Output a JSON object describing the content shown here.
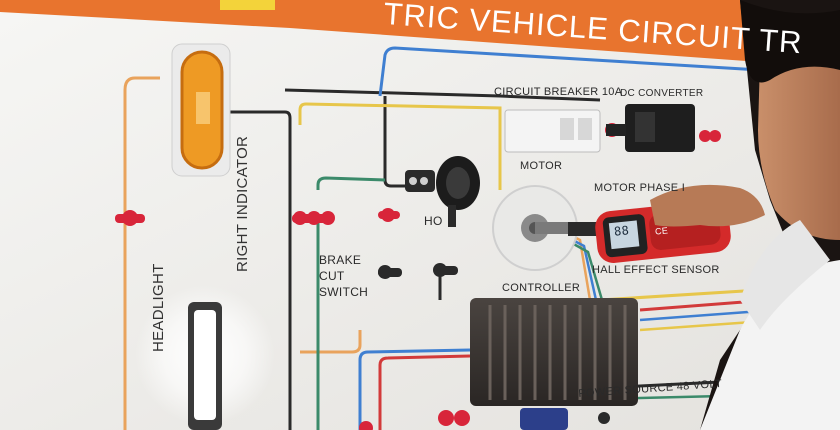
{
  "board": {
    "title": "TRIC VEHICLE CIRCUIT TR",
    "labels": {
      "right_indicator": "RIGHT INDICATOR",
      "headlight": "HEADLIGHT",
      "circuit_breaker": "CIRCUIT BREAKER 10A",
      "dc_converter": "DC CONVERTER",
      "motor": "MOTOR",
      "motor_phase": "MOTOR PHASE I",
      "horn": "HO",
      "brake_line1": "BRAKE",
      "brake_line2": "CUT",
      "brake_line3": "SWITCH",
      "hall_effect": "HALL EFFECT SENSOR",
      "controller": "CONTROLLER",
      "power_source": "POWER SOURCE 48 VOLT"
    }
  },
  "meter": {
    "brand": "CE",
    "display": "88"
  },
  "colors": {
    "board": "#f1f0ee",
    "banner": "#e8742e",
    "wire_orange": "#e9a35c",
    "wire_blue": "#3f7fd1",
    "wire_black": "#2a2a2a",
    "wire_yellow": "#e7c64a",
    "wire_green": "#3b8a6a",
    "wire_red": "#d23a3a",
    "terminal_red": "#d8253a"
  }
}
